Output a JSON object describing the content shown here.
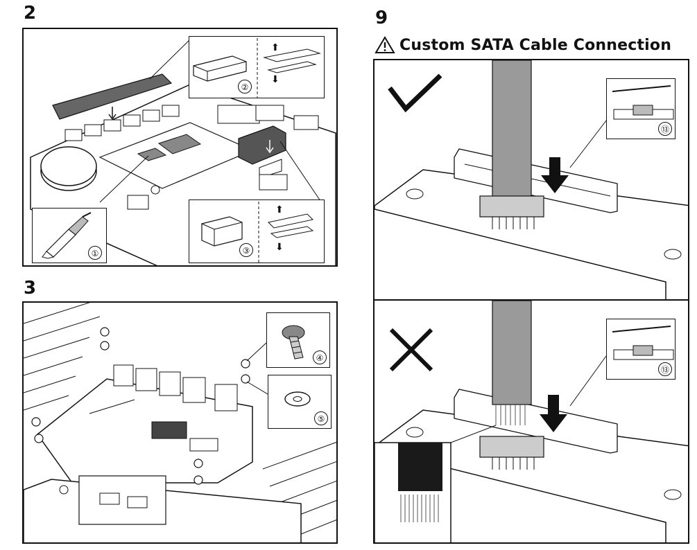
{
  "steps": {
    "step2": {
      "number": "2"
    },
    "step3": {
      "number": "3"
    },
    "step9": {
      "number": "9",
      "heading": "Custom SATA Cable Connection"
    }
  },
  "callouts": {
    "thermal_paste": "①",
    "thermal_pad_a": "②",
    "thermal_pad_b": "③",
    "screw": "④",
    "washer": "⑤",
    "connector_ref_correct": "⑬",
    "connector_ref_incorrect": "⑬"
  },
  "icons": {
    "warning": "warning-triangle-icon",
    "correct": "checkmark-icon",
    "incorrect": "cross-icon",
    "arrow_up": "arrow-up-icon",
    "arrow_down": "arrow-down-icon"
  },
  "colors": {
    "line": "#111111",
    "thermal_pad_fill": "#666666",
    "cable_fill": "#9a9a9a",
    "paste_fill": "#8c8c8c"
  }
}
